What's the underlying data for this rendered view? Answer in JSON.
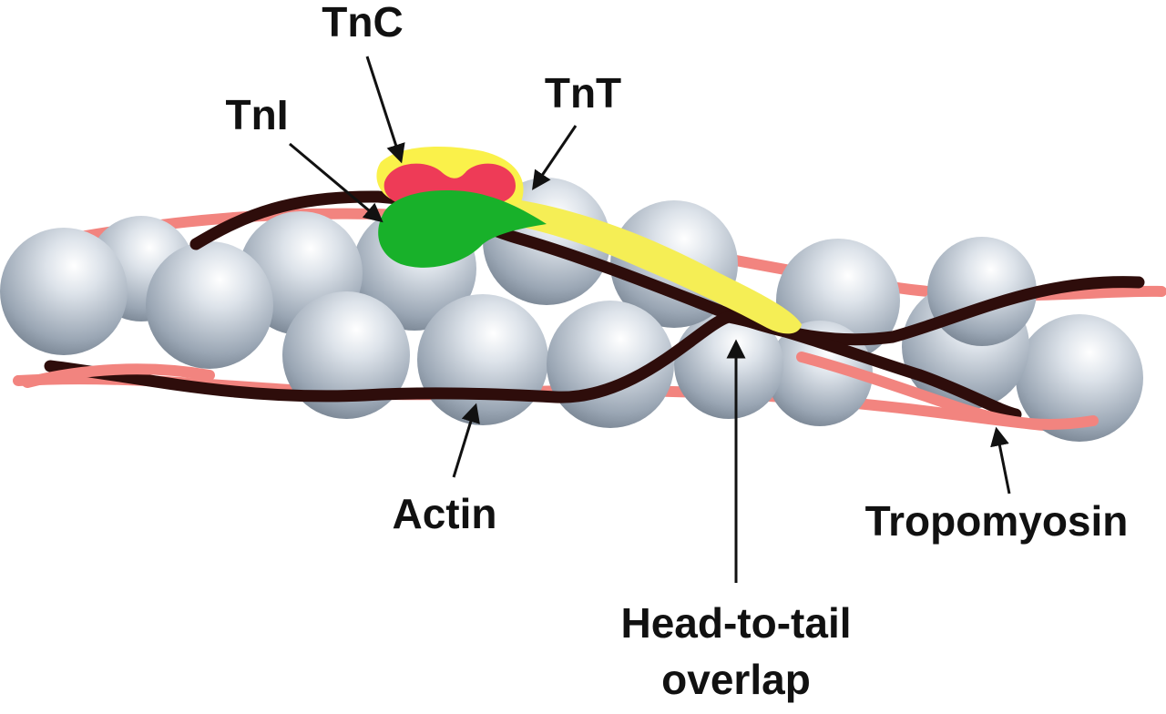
{
  "labels": {
    "tnc": "TnC",
    "tni": "TnI",
    "tnt": "TnT",
    "actin": "Actin",
    "tropomyosin": "Tropomyosin",
    "overlap_line1": "Head-to-tail",
    "overlap_line2": "overlap"
  },
  "colors": {
    "background": "#ffffff",
    "actin_sphere": "#c4ccd6",
    "tropomyosin_dark": "#2e0d0b",
    "tropomyosin_pink": "#f2847f",
    "tnc_red": "#ee3b57",
    "tnc_yellow": "#faf14a",
    "tni_green": "#18b12a",
    "tnt_yellow": "#f5ee55",
    "arrow": "#111111"
  }
}
